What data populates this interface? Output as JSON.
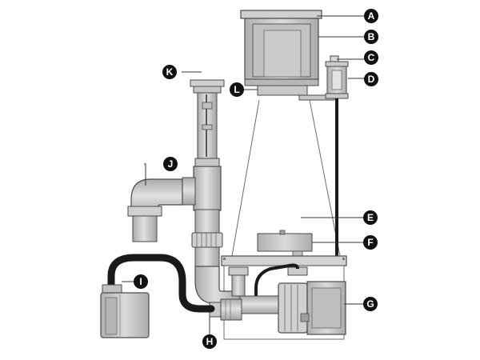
{
  "diagram": {
    "labels": [
      {
        "id": "A",
        "text": "A"
      },
      {
        "id": "B",
        "text": "B"
      },
      {
        "id": "C",
        "text": "C"
      },
      {
        "id": "D",
        "text": "D"
      },
      {
        "id": "E",
        "text": "E"
      },
      {
        "id": "F",
        "text": "F"
      },
      {
        "id": "G",
        "text": "G"
      },
      {
        "id": "H",
        "text": "H"
      },
      {
        "id": "I",
        "text": "I"
      },
      {
        "id": "J",
        "text": "J"
      },
      {
        "id": "K",
        "text": "K"
      },
      {
        "id": "L",
        "text": "L"
      }
    ],
    "colors": {
      "body_fill": "#c8cbc8",
      "body_light": "#dcdedc",
      "body_dark": "#9da09d",
      "outline": "#4a4a4a",
      "hose": "#1a1a1a",
      "callout": "#111111"
    }
  }
}
